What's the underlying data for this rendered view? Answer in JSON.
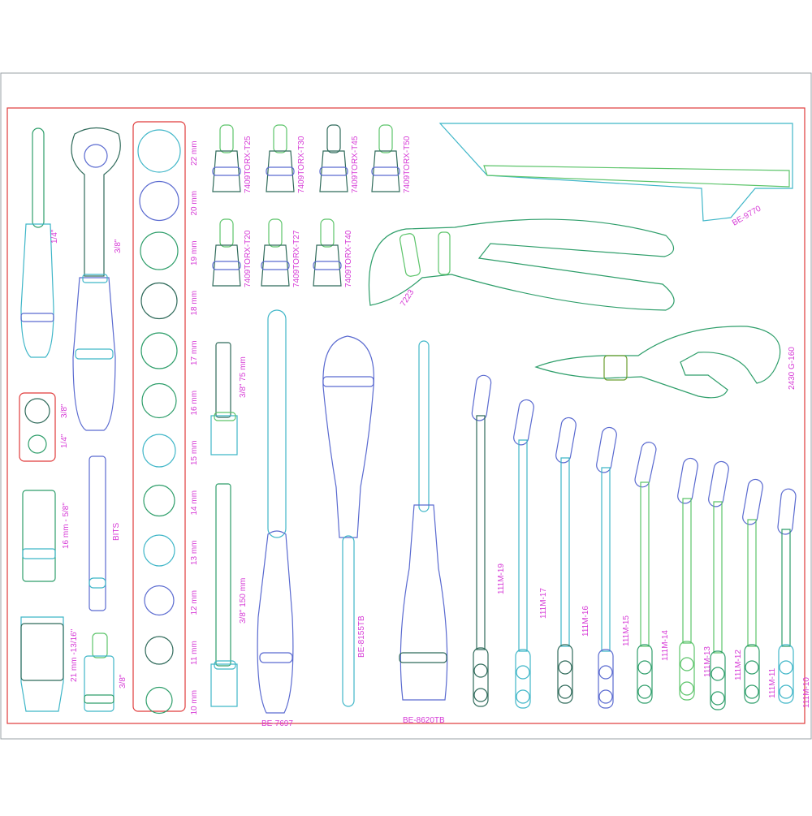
{
  "colors": {
    "border": "#9aa0a6",
    "frame": "#e03a3a",
    "label": "#d63ad6",
    "outline_palette": [
      "#2e9e6a",
      "#3fb6c8",
      "#5a6ad0",
      "#5cc46a",
      "#2f6a5a"
    ]
  },
  "labels": {
    "ratchet_14": "1/4\"",
    "ratchet_38": "3/8\"",
    "mini_38": "3/8\"",
    "mini_14": "1/4\"",
    "socket_1658": "16 mm - 5/8\"",
    "socket_211316": "21 mm -13/16\"",
    "bits": "BITS",
    "adapter_38": "3/8\"",
    "sizes": [
      "22 mm",
      "20 mm",
      "19 mm",
      "18 mm",
      "17 mm",
      "16 mm",
      "15 mm",
      "14 mm",
      "13 mm",
      "12 mm",
      "11 mm",
      "10 mm"
    ],
    "torx_top": [
      "7409TORX-T25",
      "7409TORX-T30",
      "7409TORX-T45",
      "7409TORX-T50"
    ],
    "torx_mid": [
      "7409TORX-T20",
      "7409TORX-T27",
      "7409TORX-T40"
    ],
    "ext_75": "3/8\" 75 mm",
    "ext_150": "3/8\" 150 mm",
    "be_9770": "BE-9770",
    "pliers_7223": "7223",
    "pliers_2430": "2430 G-160",
    "be_7697": "BE-7697",
    "be_8155": "BE-8155TB",
    "be_8620": "BE-8620TB",
    "wrenches": [
      "111M-19",
      "111M-17",
      "111M-16",
      "111M-15",
      "111M-14",
      "111M-13",
      "111M-12",
      "111M-11",
      "111M-10"
    ]
  }
}
